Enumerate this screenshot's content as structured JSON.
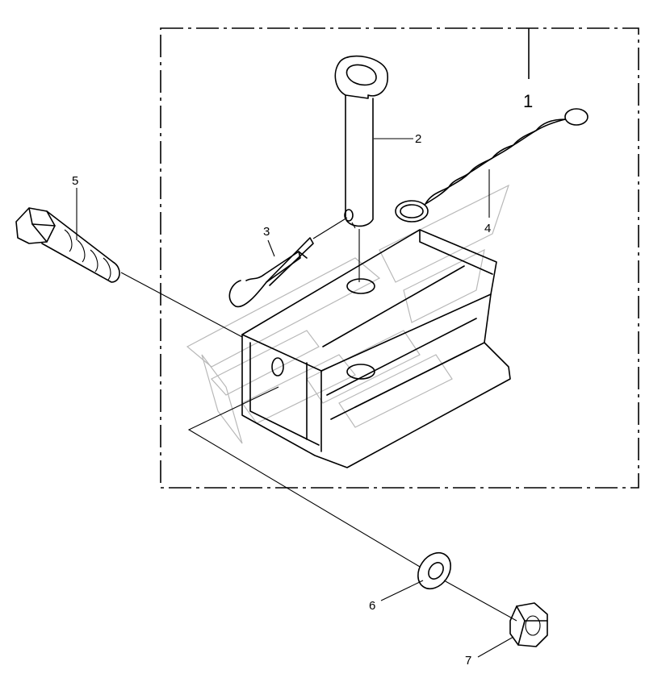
{
  "callouts": {
    "assembly": "1",
    "pin": "2",
    "clip": "3",
    "ring_chain": "4",
    "bolt": "5",
    "washer": "6",
    "nut": "7"
  }
}
